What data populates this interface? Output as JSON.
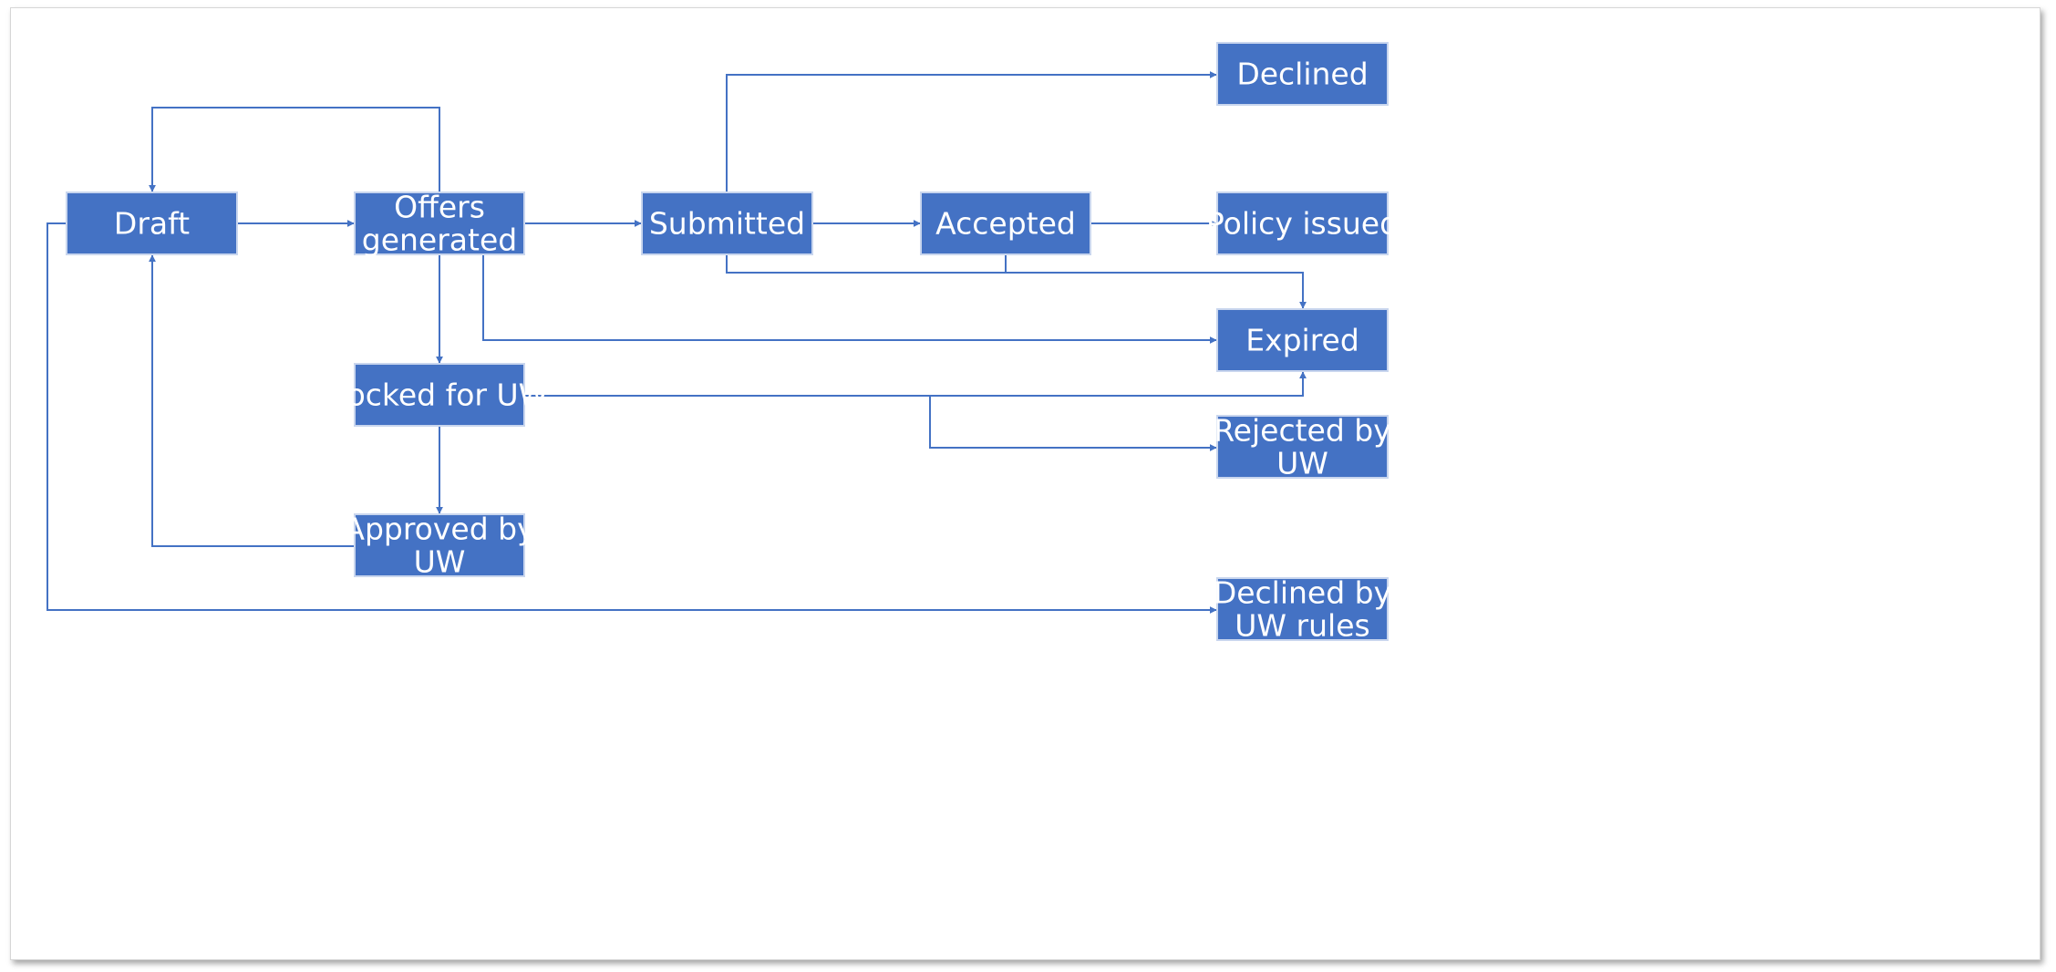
{
  "colors": {
    "node_fill": "#4472c4",
    "edge": "#4472c4",
    "text": "#ffffff"
  },
  "nodes": {
    "draft": {
      "lines": [
        "Draft"
      ]
    },
    "offers": {
      "lines": [
        "Offers",
        "generated"
      ]
    },
    "submitted": {
      "lines": [
        "Submitted"
      ]
    },
    "accepted": {
      "lines": [
        "Accepted"
      ]
    },
    "declined": {
      "lines": [
        "Declined"
      ]
    },
    "policy": {
      "lines": [
        "Policy issued"
      ]
    },
    "expired": {
      "lines": [
        "Expired"
      ]
    },
    "locked": {
      "lines": [
        "Locked for UW"
      ]
    },
    "rejected": {
      "lines": [
        "Rejected by",
        "UW"
      ]
    },
    "approved": {
      "lines": [
        "Approved by",
        "UW"
      ]
    },
    "declined_uw": {
      "lines": [
        "Declined by",
        "UW rules"
      ]
    }
  },
  "edges": [
    {
      "id": "draft-to-offers",
      "from": "draft",
      "to": "offers"
    },
    {
      "id": "offers-to-draft",
      "from": "offers",
      "to": "draft"
    },
    {
      "id": "offers-to-submitted",
      "from": "offers",
      "to": "submitted"
    },
    {
      "id": "offers-to-locked",
      "from": "offers",
      "to": "locked"
    },
    {
      "id": "offers-to-expired",
      "from": "offers",
      "to": "expired"
    },
    {
      "id": "submitted-to-accepted",
      "from": "submitted",
      "to": "accepted"
    },
    {
      "id": "submitted-to-declined",
      "from": "submitted",
      "to": "declined"
    },
    {
      "id": "submitted-to-expired",
      "from": "submitted",
      "to": "expired"
    },
    {
      "id": "accepted-to-policy",
      "from": "accepted",
      "to": "policy"
    },
    {
      "id": "accepted-to-expired",
      "from": "accepted",
      "to": "expired"
    },
    {
      "id": "locked-to-expired",
      "from": "locked",
      "to": "expired"
    },
    {
      "id": "locked-to-rejected",
      "from": "locked",
      "to": "rejected"
    },
    {
      "id": "locked-to-approved",
      "from": "locked",
      "to": "approved"
    },
    {
      "id": "approved-to-draft",
      "from": "approved",
      "to": "draft"
    },
    {
      "id": "draft-to-declined-uw",
      "from": "draft",
      "to": "declined_uw"
    }
  ]
}
